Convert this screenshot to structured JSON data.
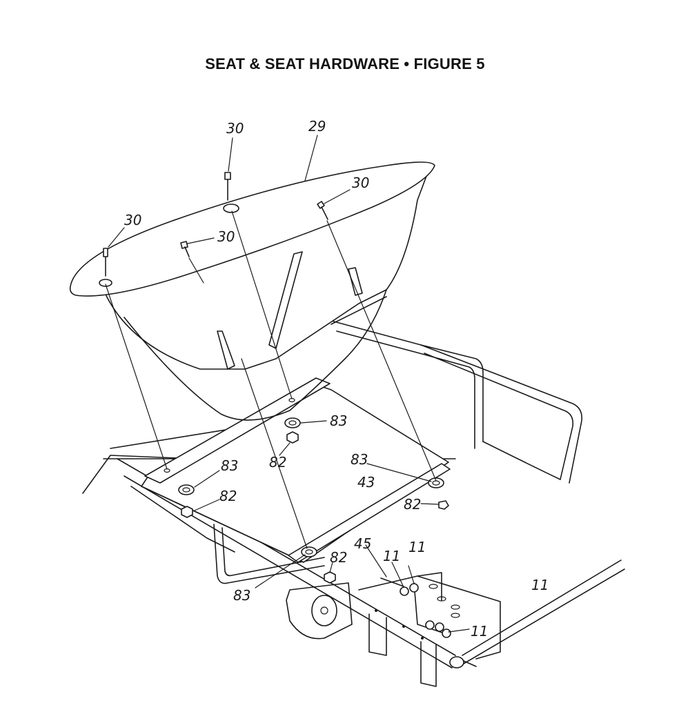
{
  "title": "SEAT & SEAT HARDWARE  •  FIGURE 5",
  "callouts": {
    "c30_top": "30",
    "c29": "29",
    "c30_right": "30",
    "c30_left": "30",
    "c30_mid": "30",
    "c83_upper": "83",
    "c82_upper": "82",
    "c83_left": "83",
    "c82_left": "82",
    "c83_right": "83",
    "c43": "43",
    "c82_right": "82",
    "c45": "45",
    "c11_a": "11",
    "c11_b": "11",
    "c11_c": "11",
    "c82_lower": "82",
    "c83_lower": "83",
    "c11_d": "11"
  }
}
